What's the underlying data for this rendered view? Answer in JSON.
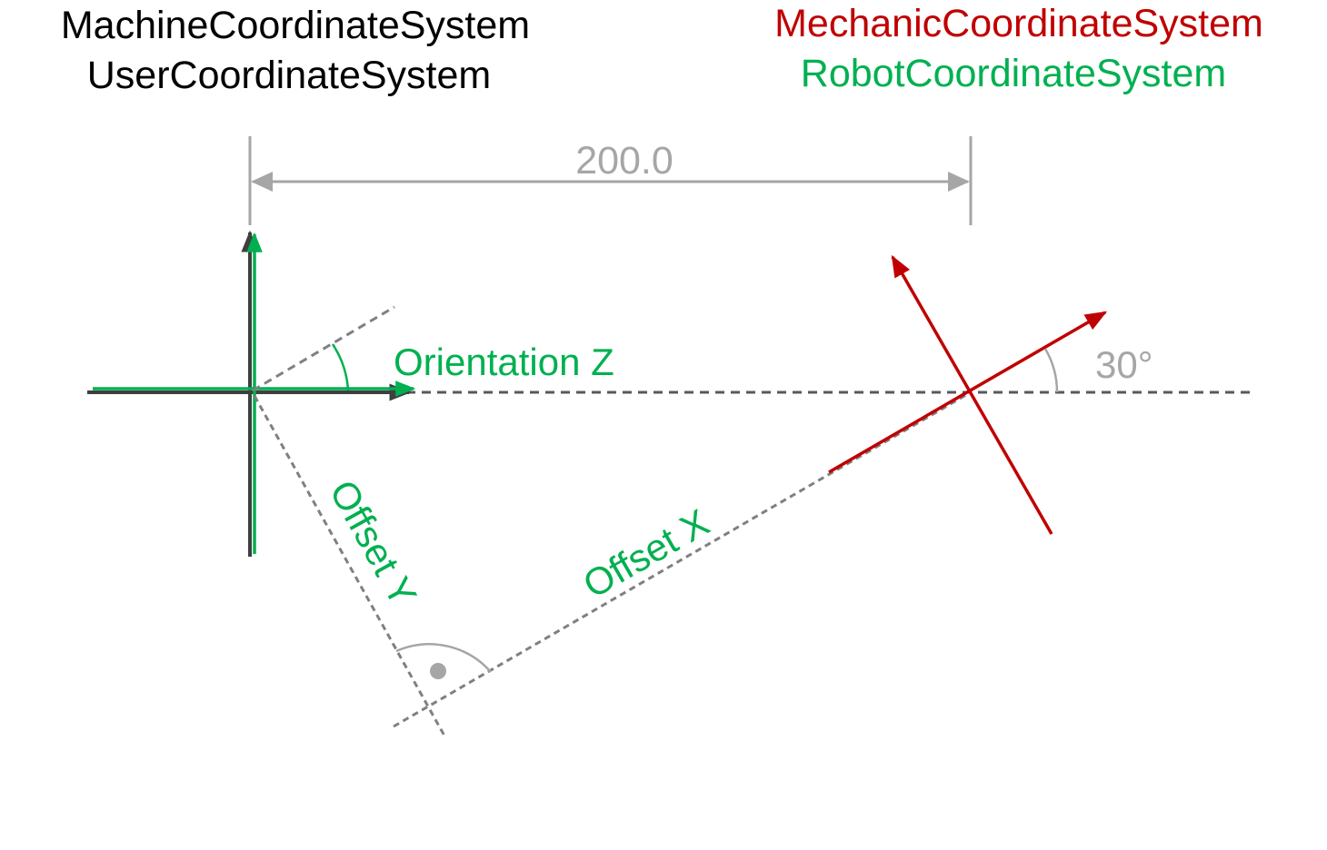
{
  "titles": {
    "machine": "MachineCoordinateSystem",
    "user": "UserCoordinateSystem",
    "mechanic": "MechanicCoordinateSystem",
    "robot": "RobotCoordinateSystem"
  },
  "labels": {
    "distance": "200.0",
    "orientation": "Orientation Z",
    "angle": "30°",
    "offset_x": "Offset X",
    "offset_y": "Offset Y"
  },
  "colors": {
    "black": "#000000",
    "dark_gray": "#3f3f3f",
    "gray": "#a6a6a6",
    "green": "#00b050",
    "red": "#c00000"
  }
}
